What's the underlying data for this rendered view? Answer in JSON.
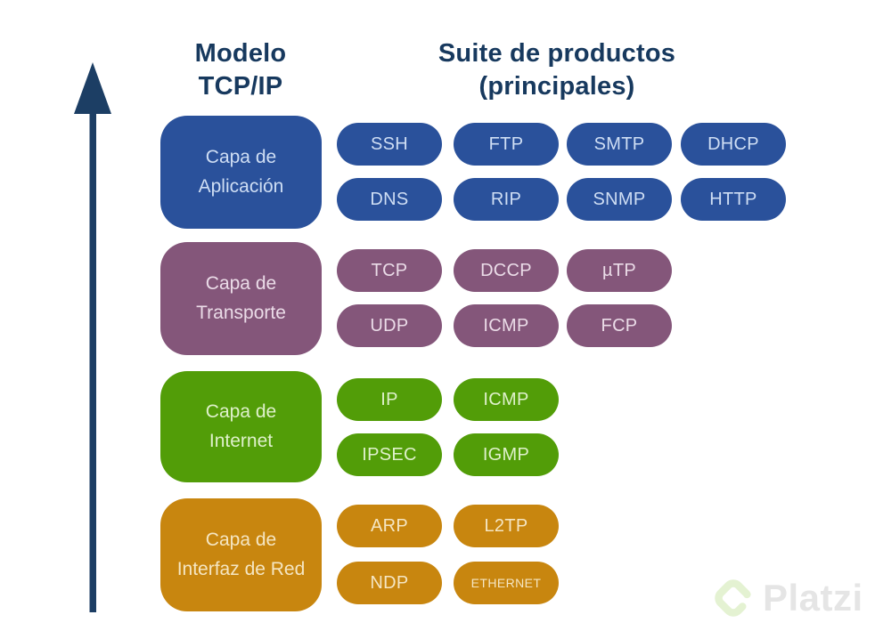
{
  "headers": {
    "left": "Modelo\nTCP/IP",
    "right": "Suite de productos\n(principales)",
    "text_color": "#17395e"
  },
  "arrow": {
    "direction": "up",
    "color": "#1c3e64"
  },
  "layers": [
    {
      "id": "aplicacion",
      "name": "Capa de\nAplicación",
      "color": "#2a519b",
      "text_color": "#cfdef4",
      "pills": [
        "SSH",
        "FTP",
        "SMTP",
        "DHCP",
        "DNS",
        "RIP",
        "SNMP",
        "HTTP"
      ]
    },
    {
      "id": "transporte",
      "name": "Capa de\nTransporte",
      "color": "#84567a",
      "text_color": "#ebdce8",
      "pills": [
        "TCP",
        "DCCP",
        "µTP",
        "UDP",
        "ICMP",
        "FCP"
      ]
    },
    {
      "id": "internet",
      "name": "Capa de\nInternet",
      "color": "#529d08",
      "text_color": "#dff1cb",
      "pills": [
        "IP",
        "ICMP",
        "IPSEC",
        "IGMP"
      ]
    },
    {
      "id": "interfaz-de-red",
      "name": "Capa de\nInterfaz de Red",
      "color": "#c8860f",
      "text_color": "#f5e6c3",
      "pills": [
        "ARP",
        "L2TP",
        "NDP",
        "ETHERNET"
      ]
    }
  ],
  "watermark": {
    "brand": "Platzi",
    "icon_color": "#e4f2d2",
    "text_color": "#e5e5e5"
  }
}
